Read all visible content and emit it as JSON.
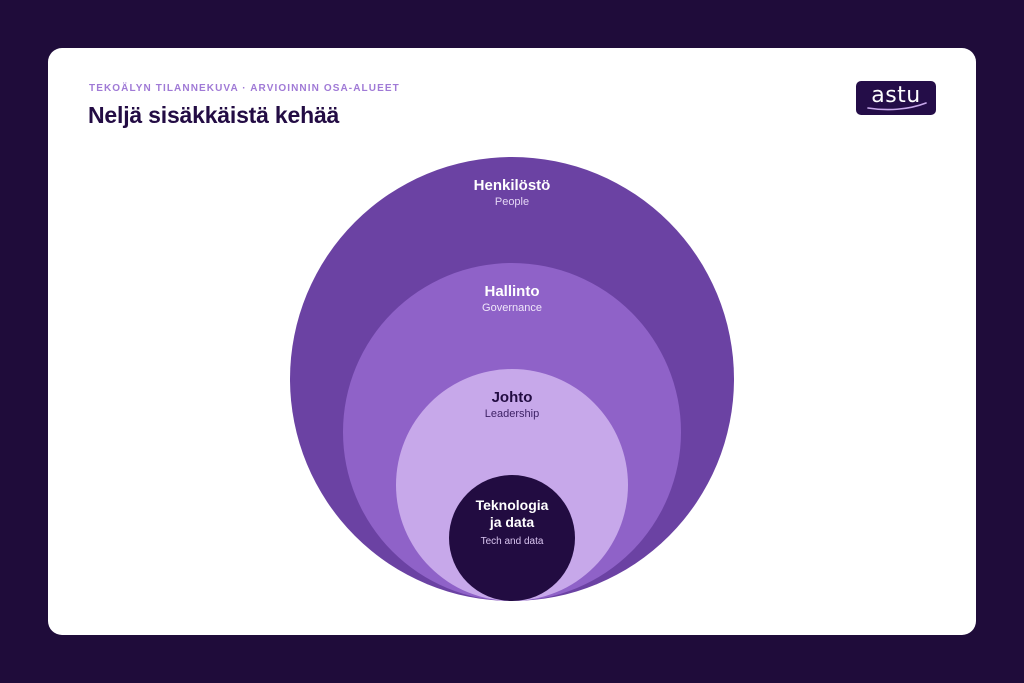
{
  "header": {
    "eyebrow": "TEKOÄLYN TILANNEKUVA · ARVIOINNIN OSA-ALUEET",
    "title": "Neljä sisäkkäistä kehää"
  },
  "logo": {
    "text": "astu"
  },
  "rings": [
    {
      "title": "Henkilöstö",
      "subtitle": "People",
      "color": "#6b42a3"
    },
    {
      "title": "Hallinto",
      "subtitle": "Governance",
      "color": "#8f62c8"
    },
    {
      "title": "Johto",
      "subtitle": "Leadership",
      "color": "#c7a8ea"
    },
    {
      "title_line1": "Teknologia",
      "title_line2": "ja data",
      "subtitle": "Tech and data",
      "color": "#220c41"
    }
  ],
  "colors": {
    "background": "#1f0c3a",
    "card": "#ffffff",
    "title": "#230c44",
    "eyebrow": "#a07ad6"
  }
}
